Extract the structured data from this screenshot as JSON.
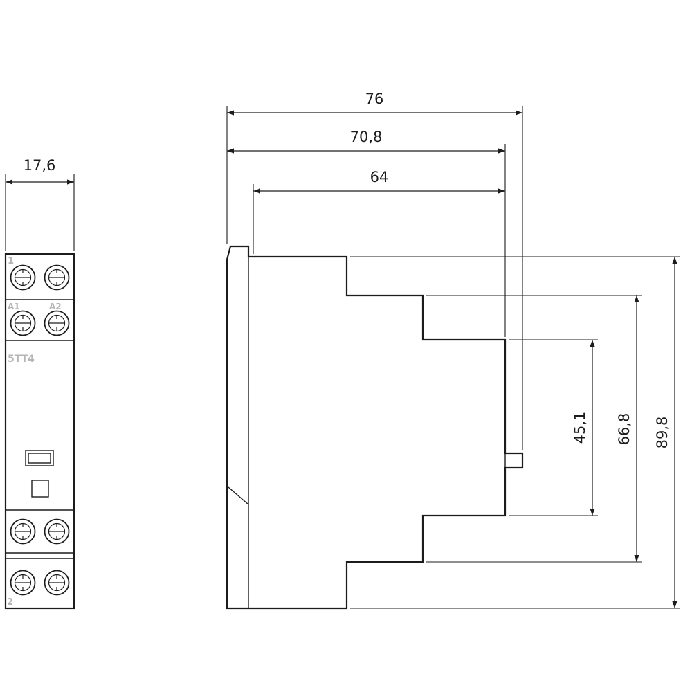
{
  "drawing": {
    "front_view": {
      "width_dimension_label": "17,6",
      "terminal_top_label": "1",
      "terminal_a1_label": "A1",
      "terminal_a2_label": "A2",
      "product_label": "5TT4",
      "terminal_bottom_label": "2"
    },
    "side_view": {
      "depth_overall_label": "76",
      "depth_body_label": "70,8",
      "depth_enclosure_label": "64",
      "height_rear_label": "45,1",
      "height_mid_label": "66,8",
      "height_overall_label": "89,8"
    },
    "colors": {
      "line": "#1c1c1c",
      "device_label": "#b5b5b5",
      "background": "#ffffff"
    }
  }
}
